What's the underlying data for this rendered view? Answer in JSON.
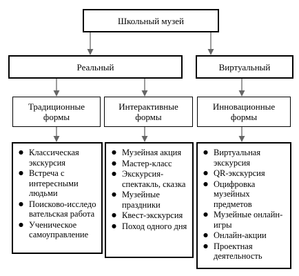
{
  "nodes": {
    "root": "Школьный музей",
    "real": "Реальный",
    "virtual": "Виртуальный",
    "traditional": "Традиционные формы",
    "interactive": "Интерактивные формы",
    "innovative": "Инновационные формы"
  },
  "lists": {
    "traditional": [
      "Классическая экскурсия",
      "Встреча с интересными людьми",
      "Поисково-исследовательская работа",
      "Ученическое самоуправление"
    ],
    "interactive": [
      "Музейная акция",
      "Мастер-класс",
      "Экскурсия-спектакль, сказка",
      "Музейные праздники",
      "Квест-экскурсия",
      "Поход одного дня"
    ],
    "innovative": [
      "Виртуальная экскурсия",
      "QR-экскурсия",
      "Оцифровка музейных предметов",
      "Музейные онлайн-игры",
      "Онлайн-акции",
      "Проектная деятельность"
    ]
  }
}
